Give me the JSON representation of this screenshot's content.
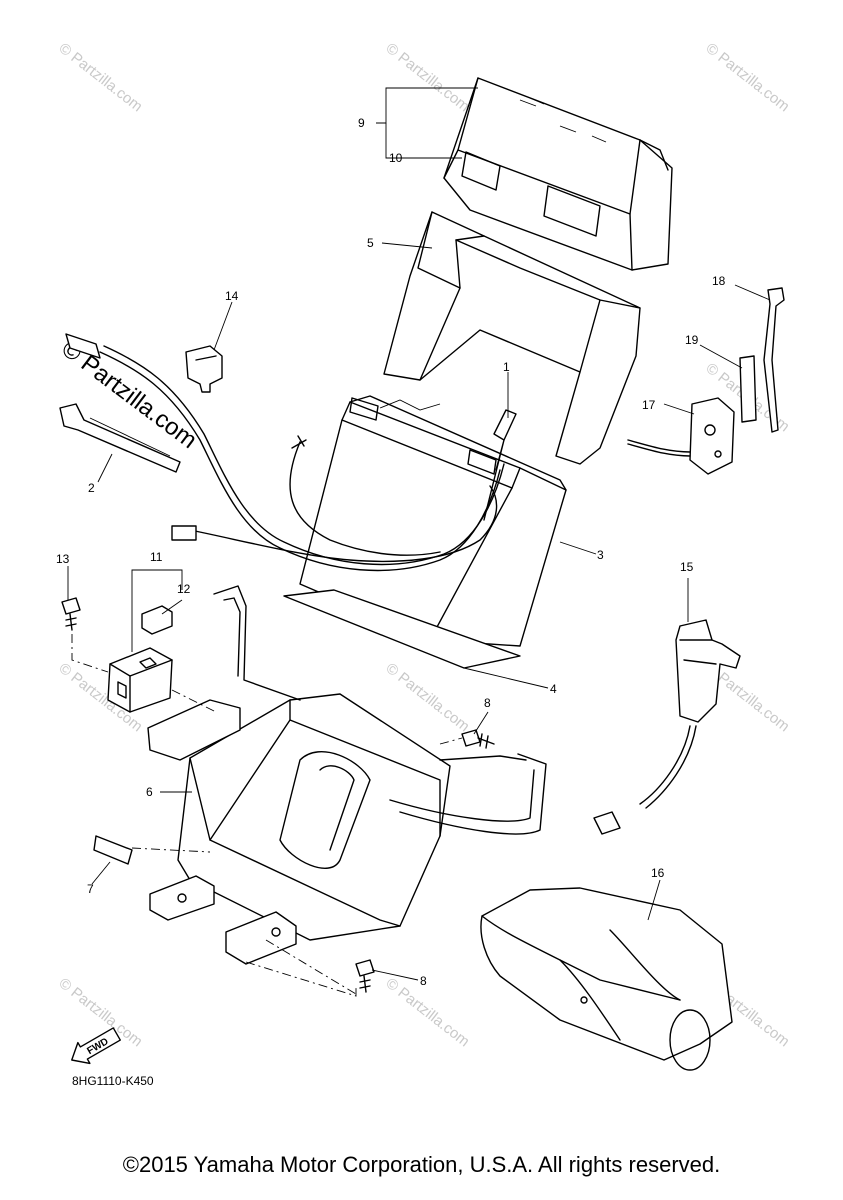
{
  "callouts": [
    "1",
    "2",
    "3",
    "4",
    "5",
    "6",
    "7",
    "8",
    "9",
    "10",
    "11",
    "12",
    "13",
    "14",
    "15",
    "16",
    "17",
    "18",
    "19"
  ],
  "watermark": {
    "prominent": "© Partzilla.com",
    "faint": "© Partzilla.com"
  },
  "diagram_code": "8HG1110-K450",
  "fwd_label": "FWD",
  "copyright": "©2015 Yamaha Motor Corporation, U.S.A. All rights reserved."
}
